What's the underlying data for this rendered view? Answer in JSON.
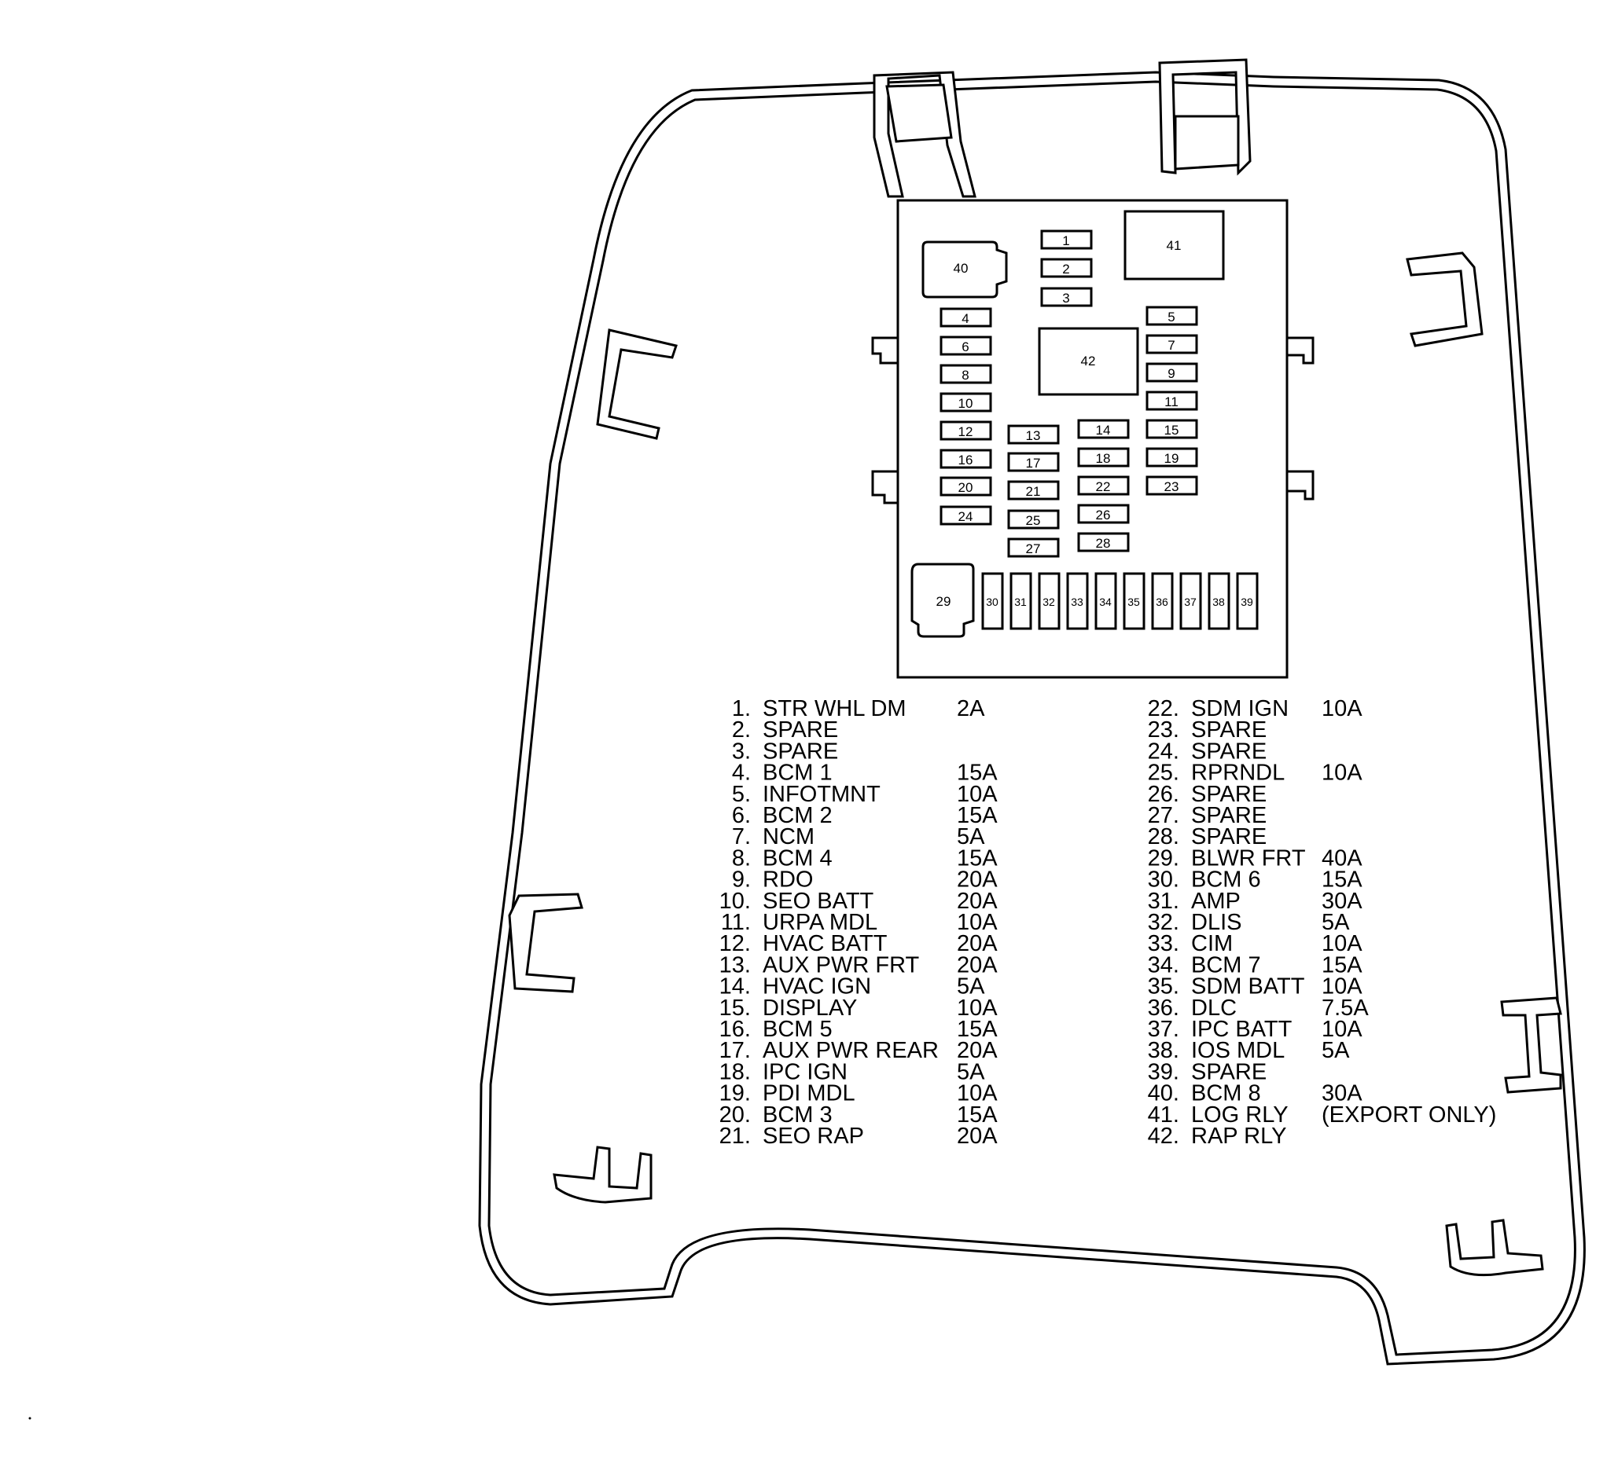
{
  "colors": {
    "line": "#000000",
    "background": "#ffffff"
  },
  "fuses": [
    {
      "id": "1",
      "name": "STR WHL DM",
      "rating": "2A"
    },
    {
      "id": "2",
      "name": "SPARE",
      "rating": ""
    },
    {
      "id": "3",
      "name": "SPARE",
      "rating": ""
    },
    {
      "id": "4",
      "name": "BCM 1",
      "rating": "15A"
    },
    {
      "id": "5",
      "name": "INFOTMNT",
      "rating": "10A"
    },
    {
      "id": "6",
      "name": "BCM 2",
      "rating": "15A"
    },
    {
      "id": "7",
      "name": "NCM",
      "rating": "5A"
    },
    {
      "id": "8",
      "name": "BCM 4",
      "rating": "15A"
    },
    {
      "id": "9",
      "name": "RDO",
      "rating": "20A"
    },
    {
      "id": "10",
      "name": "SEO BATT",
      "rating": "20A"
    },
    {
      "id": "11",
      "name": "URPA MDL",
      "rating": "10A"
    },
    {
      "id": "12",
      "name": "HVAC BATT",
      "rating": "20A"
    },
    {
      "id": "13",
      "name": "AUX PWR FRT",
      "rating": "20A"
    },
    {
      "id": "14",
      "name": "HVAC IGN",
      "rating": "5A"
    },
    {
      "id": "15",
      "name": "DISPLAY",
      "rating": "10A"
    },
    {
      "id": "16",
      "name": "BCM 5",
      "rating": "15A"
    },
    {
      "id": "17",
      "name": "AUX PWR REAR",
      "rating": "20A"
    },
    {
      "id": "18",
      "name": "IPC IGN",
      "rating": "5A"
    },
    {
      "id": "19",
      "name": "PDI MDL",
      "rating": "10A"
    },
    {
      "id": "20",
      "name": "BCM 3",
      "rating": "15A"
    },
    {
      "id": "21",
      "name": "SEO RAP",
      "rating": "20A"
    },
    {
      "id": "22",
      "name": "SDM IGN",
      "rating": "10A"
    },
    {
      "id": "23",
      "name": "SPARE",
      "rating": ""
    },
    {
      "id": "24",
      "name": "SPARE",
      "rating": ""
    },
    {
      "id": "25",
      "name": "RPRNDL",
      "rating": "10A"
    },
    {
      "id": "26",
      "name": "SPARE",
      "rating": ""
    },
    {
      "id": "27",
      "name": "SPARE",
      "rating": ""
    },
    {
      "id": "28",
      "name": "SPARE",
      "rating": ""
    },
    {
      "id": "29",
      "name": "BLWR FRT",
      "rating": "40A"
    },
    {
      "id": "30",
      "name": "BCM 6",
      "rating": "15A"
    },
    {
      "id": "31",
      "name": "AMP",
      "rating": "30A"
    },
    {
      "id": "32",
      "name": "DLIS",
      "rating": "5A"
    },
    {
      "id": "33",
      "name": "CIM",
      "rating": "10A"
    },
    {
      "id": "34",
      "name": "BCM 7",
      "rating": "15A"
    },
    {
      "id": "35",
      "name": "SDM BATT",
      "rating": "10A"
    },
    {
      "id": "36",
      "name": "DLC",
      "rating": "7.5A"
    },
    {
      "id": "37",
      "name": "IPC BATT",
      "rating": "10A"
    },
    {
      "id": "38",
      "name": "IOS MDL",
      "rating": "5A"
    },
    {
      "id": "39",
      "name": "SPARE",
      "rating": ""
    },
    {
      "id": "40",
      "name": "BCM 8",
      "rating": "30A"
    },
    {
      "id": "41",
      "name": "LOG RLY",
      "rating": "(EXPORT ONLY)"
    },
    {
      "id": "42",
      "name": "RAP RLY",
      "rating": ""
    }
  ]
}
